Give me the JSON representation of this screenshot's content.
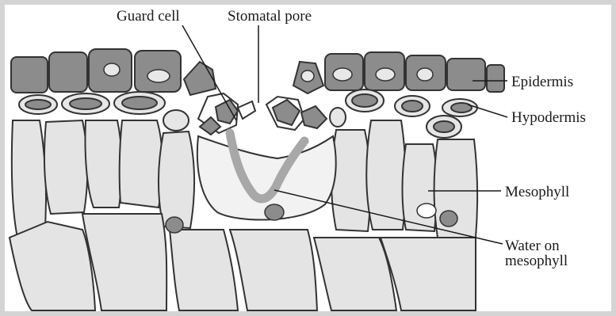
{
  "labels": {
    "guard_cell": "Guard cell",
    "stomatal_pore": "Stomatal pore",
    "epidermis": "Epidermis",
    "hypodermis": "Hypodermis",
    "mesophyll": "Mesophyll",
    "water_line1": "Water on",
    "water_line2": "mesophyll"
  },
  "colors": {
    "background": "#d4d4d4",
    "epidermis_cell": "#8c8c8c",
    "cell_fill": "#e4e4e4",
    "water": "#a8a8a8",
    "outline": "#333333"
  }
}
